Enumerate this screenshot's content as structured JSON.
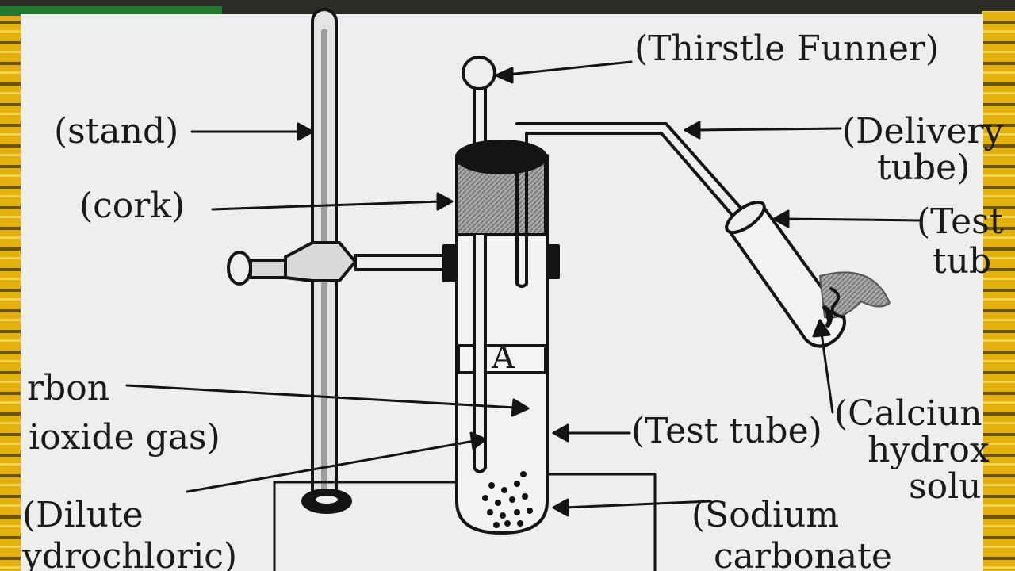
{
  "colors": {
    "paper": "#eeeeee",
    "ink": "#141414",
    "frame_gold": "#e2b10e",
    "frame_dark": "#5a4a10",
    "shade": "#9a9a9a"
  },
  "labels": {
    "thistle_funnel": "(Thirstle Funner)",
    "stand": "(stand)",
    "cork": "(cork)",
    "delivery_tube_1": "(Delivery",
    "delivery_tube_2": "tube)",
    "test_tube_right_1": "(Test",
    "test_tube_right_2": "tub",
    "carbon_dioxide_1": "rbon",
    "carbon_dioxide_2": "ioxide gas)",
    "test_tube_center": "(Test tube)",
    "calcium_1": "(Calciun",
    "calcium_2": "hydrox",
    "calcium_3": "solu",
    "dilute_1": "(Dilute",
    "dilute_2": "ydrochloric)",
    "sodium_1": "(Sodium",
    "sodium_2": "carbonate",
    "marker_a": "A"
  }
}
